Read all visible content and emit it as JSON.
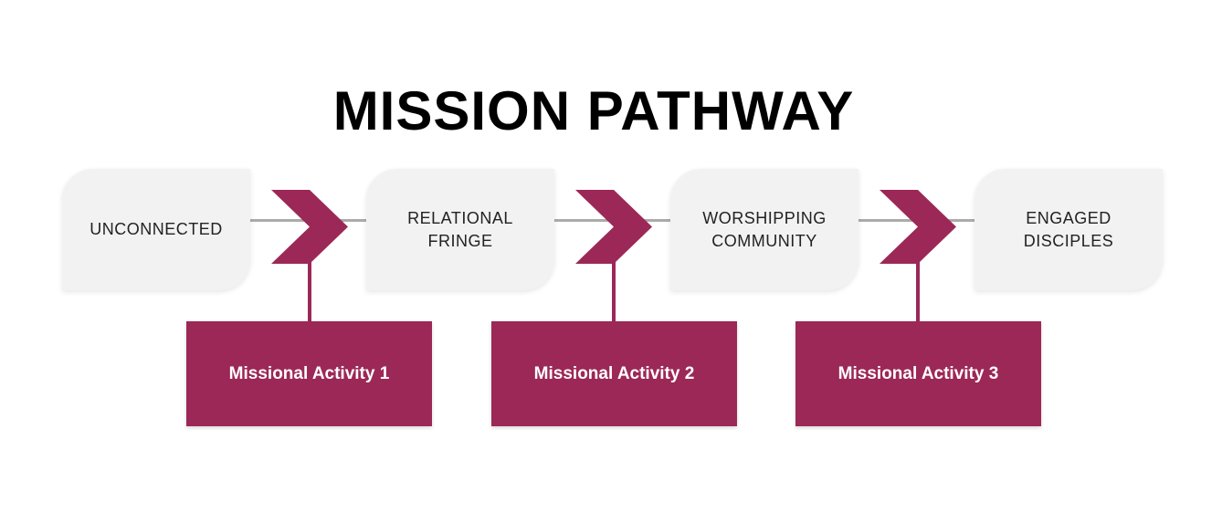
{
  "title": "MISSION PATHWAY",
  "colors": {
    "accent": "#9c2857",
    "stage_box": "#f2f2f2",
    "connector": "#ababab",
    "title": "#000000"
  },
  "stages": [
    {
      "label": "UNCONNECTED"
    },
    {
      "label": "RELATIONAL FRINGE"
    },
    {
      "label": "WORSHIPPING COMMUNITY"
    },
    {
      "label": "ENGAGED DISCIPLES"
    }
  ],
  "activities": [
    {
      "label": "Missional Activity 1"
    },
    {
      "label": "Missional Activity 2"
    },
    {
      "label": "Missional Activity 3"
    }
  ],
  "icons": {
    "arrow": "chevron-right-icon"
  }
}
